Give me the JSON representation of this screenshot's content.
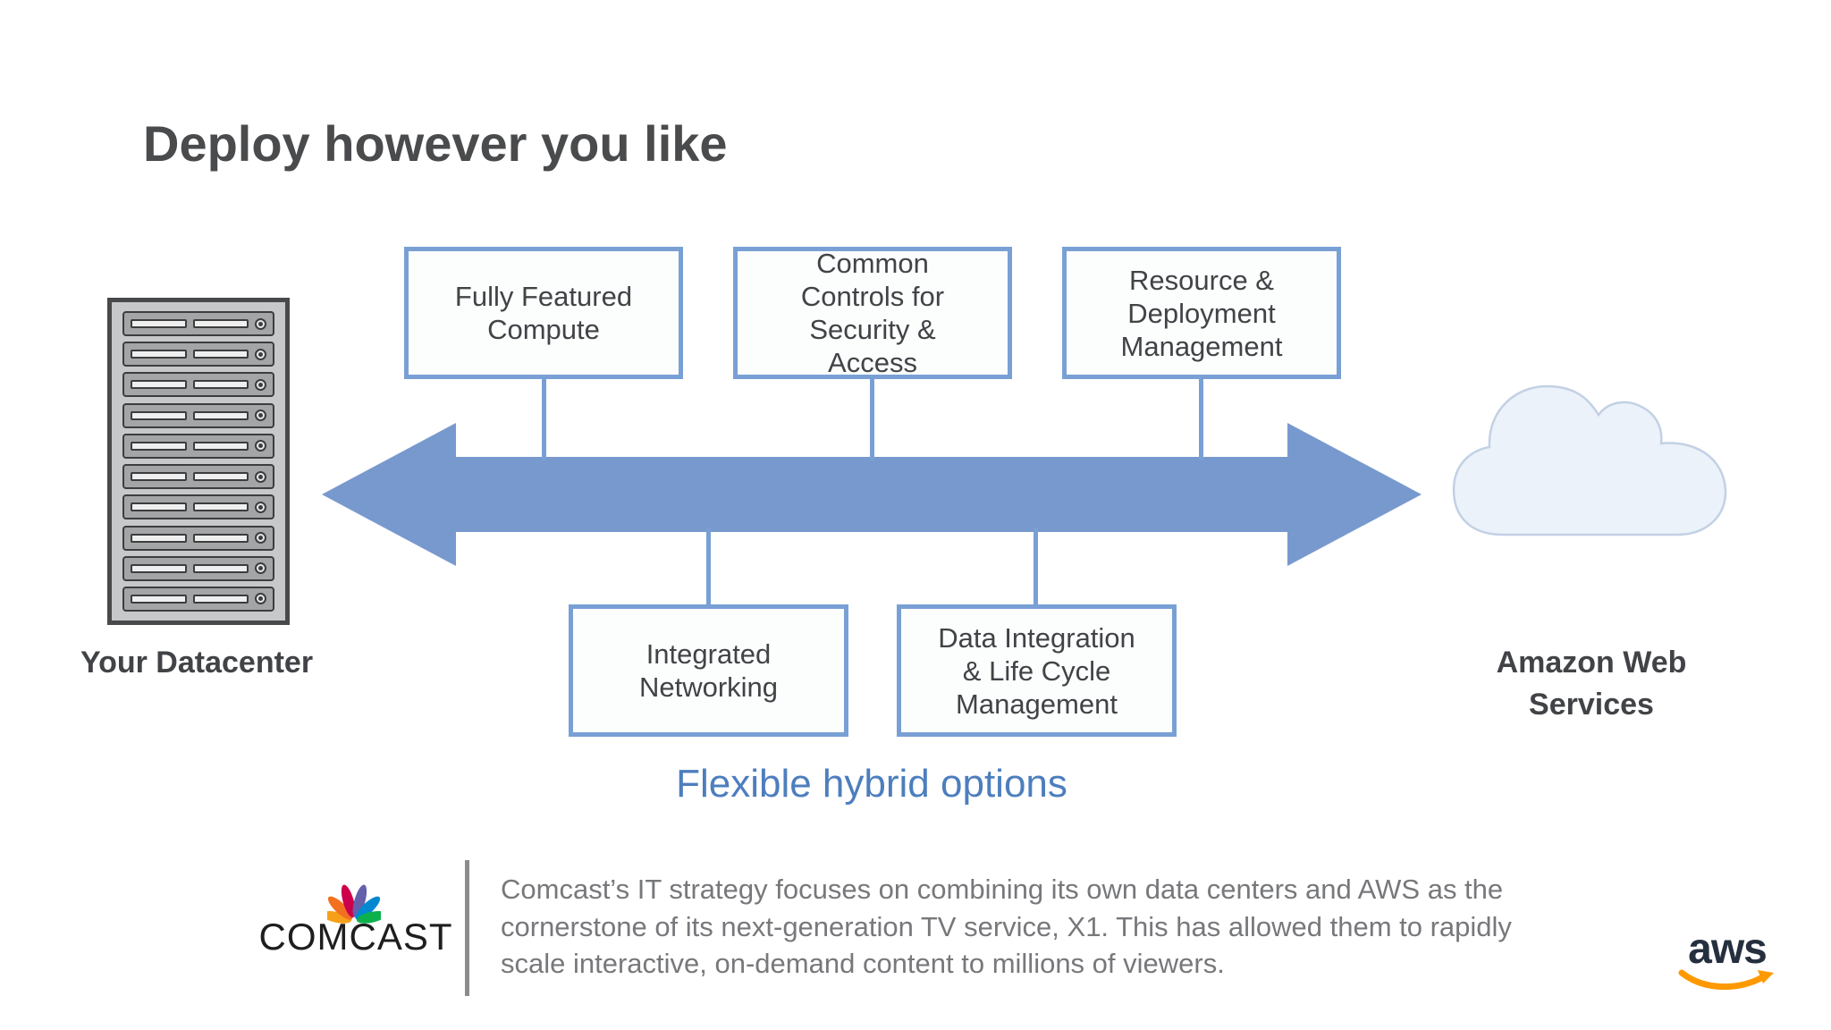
{
  "slide": {
    "title": "Deploy however you like",
    "caption": "Flexible hybrid options"
  },
  "diagram": {
    "left_node_label": "Your Datacenter",
    "right_node_label": "Amazon Web Services",
    "top_boxes": [
      {
        "label": "Fully Featured Compute"
      },
      {
        "label": "Common Controls for Security & Access"
      },
      {
        "label": "Resource & Deployment Management"
      }
    ],
    "bottom_boxes": [
      {
        "label": "Integrated Networking"
      },
      {
        "label": "Data Integration & Life Cycle Management"
      }
    ]
  },
  "footer": {
    "brand": "COMCAST",
    "quote": "Comcast’s IT strategy focuses on combining its own data centers and AWS as the cornerstone of its next-generation TV service, X1. This has allowed them to rapidly scale interactive, on-demand content to millions of viewers.",
    "aws_logo_text": "aws"
  },
  "colors": {
    "arrow_blue": "#7899ce",
    "box_border_blue": "#79a0d5",
    "caption_blue": "#4d7ebe",
    "heading_gray": "#4a4b4d",
    "quote_gray": "#77787b",
    "aws_navy": "#252f3e",
    "aws_orange": "#ff9900",
    "peacock_colors": [
      "#F6A01A",
      "#F37021",
      "#CC004C",
      "#6460AA",
      "#0089D0",
      "#0DB14B"
    ]
  }
}
